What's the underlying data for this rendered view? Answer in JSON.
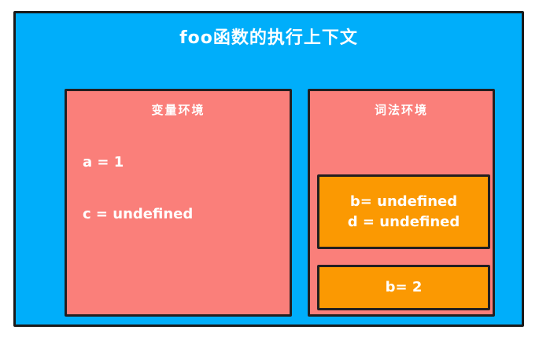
{
  "diagram": {
    "title": "foo函数的执行上下文",
    "colors": {
      "outer_box": "#00aefa",
      "environment_panel": "#fa7f7a",
      "binding_box": "#fb9902",
      "border": "#231f20",
      "text": "#ffffff",
      "page_background": "#ffffff"
    },
    "panels": [
      {
        "id": "variable-environment",
        "title": "变量环境",
        "entries": [
          "a = 1",
          "c = undefined"
        ],
        "binding_boxes": []
      },
      {
        "id": "lexical-environment",
        "title": "词法环境",
        "entries": [],
        "binding_boxes": [
          {
            "id": "lexical-bindings-hoisted",
            "lines": [
              "b= undefined",
              "d = undefined"
            ]
          },
          {
            "id": "lexical-bindings-assigned",
            "lines": [
              "b= 2"
            ]
          }
        ]
      }
    ]
  }
}
